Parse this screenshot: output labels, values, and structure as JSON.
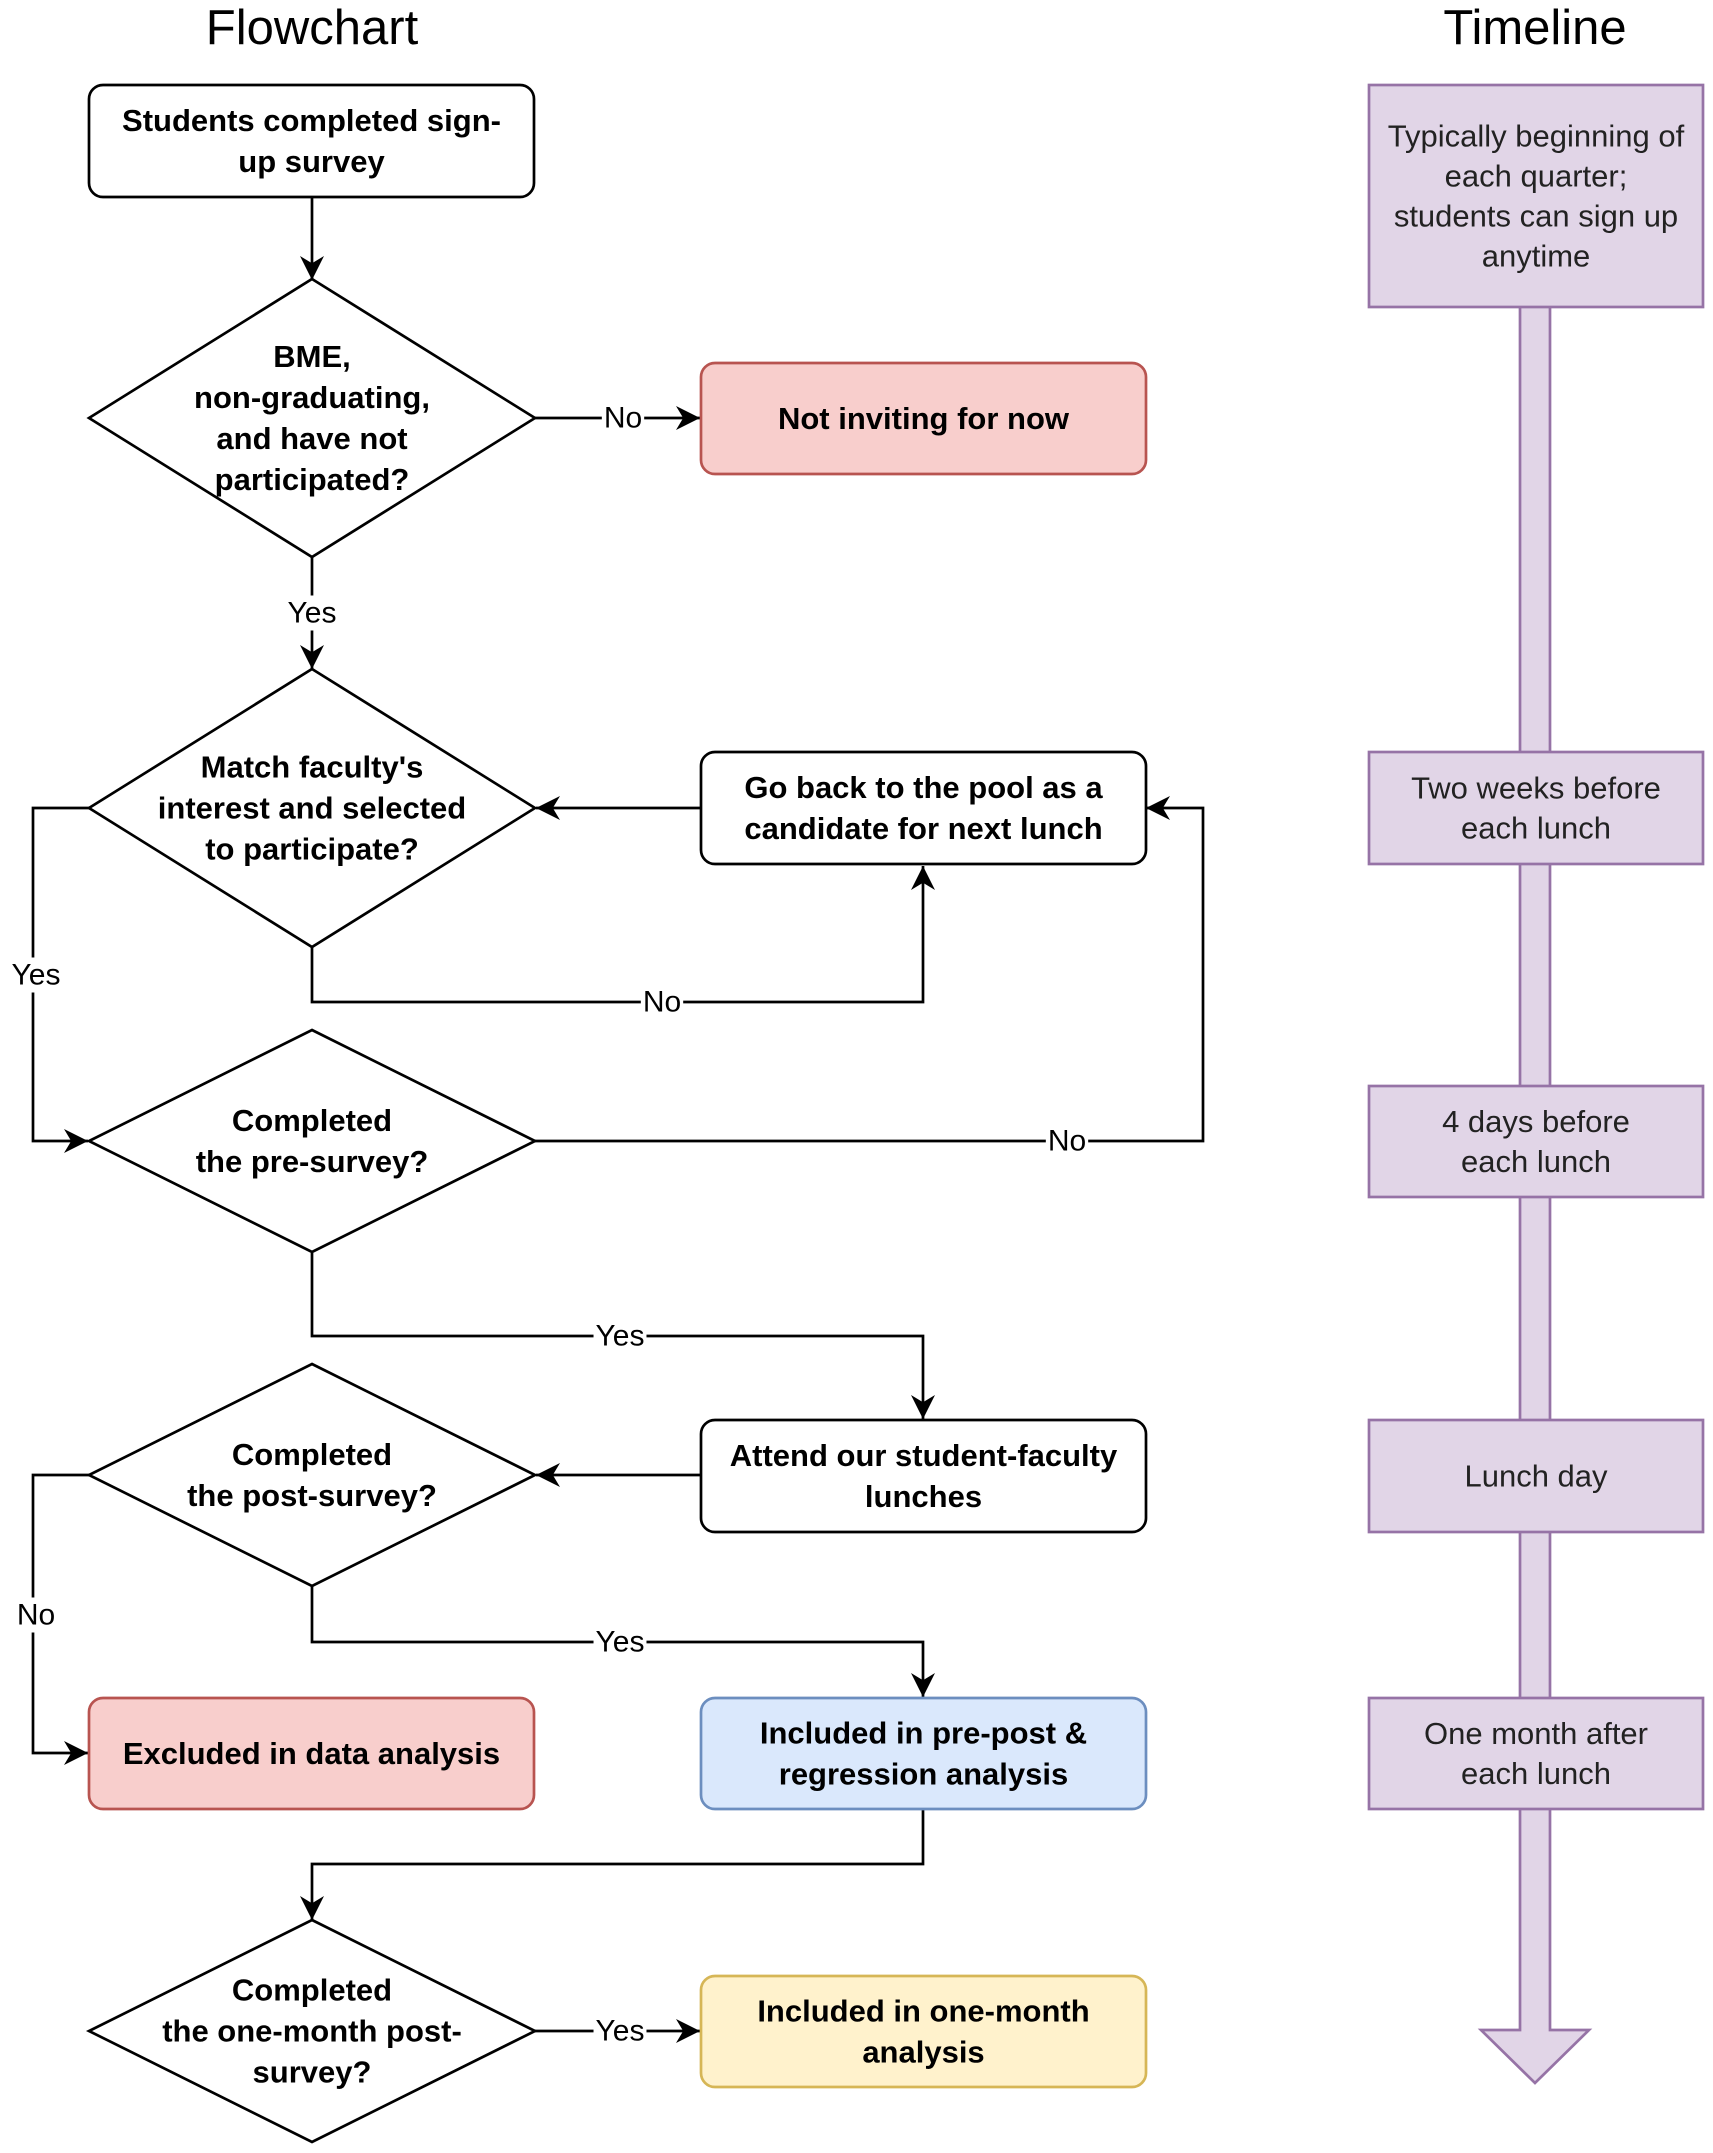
{
  "headers": {
    "flowchart": "Flowchart",
    "timeline": "Timeline"
  },
  "flow": {
    "signup": [
      "Students completed sign-",
      "up survey"
    ],
    "eligible": [
      "BME,",
      "non-graduating,",
      "and have not",
      "participated?"
    ],
    "not_inviting": [
      "Not inviting for now"
    ],
    "match": [
      "Match faculty's",
      "interest and selected",
      "to participate?"
    ],
    "go_back": [
      "Go back to the pool as a",
      "candidate for next lunch"
    ],
    "pre_survey": [
      "Completed",
      "the pre-survey?"
    ],
    "attend": [
      "Attend our student-faculty",
      "lunches"
    ],
    "post_survey": [
      "Completed",
      "the post-survey?"
    ],
    "excluded": [
      "Excluded in data analysis"
    ],
    "included_prepost": [
      "Included in pre-post &",
      "regression analysis"
    ],
    "one_month": [
      "Completed",
      "the one-month post-",
      "survey?"
    ],
    "included_onemonth": [
      "Included in one-month",
      "analysis"
    ]
  },
  "edges": {
    "eligible_no": "No",
    "eligible_yes": "Yes",
    "match_yes": "Yes",
    "match_no": "No",
    "pre_no": "No",
    "pre_yes": "Yes",
    "post_no": "No",
    "post_yes": "Yes",
    "onemonth_yes": "Yes"
  },
  "timeline": [
    [
      "Typically beginning of",
      "each quarter;",
      "students can sign up",
      "anytime"
    ],
    [
      "Two weeks before",
      "each lunch"
    ],
    [
      "4 days before",
      "each lunch"
    ],
    [
      "Lunch day"
    ],
    [
      "One month after",
      "each lunch"
    ]
  ],
  "colors": {
    "red_fill": "#f8cecc",
    "red_stroke": "#b85450",
    "blue_fill": "#dae8fc",
    "blue_stroke": "#6c8ebf",
    "yellow_fill": "#fff2cc",
    "yellow_stroke": "#d6b656",
    "purple_fill": "#e1d5e7",
    "purple_stroke": "#9673a6"
  }
}
